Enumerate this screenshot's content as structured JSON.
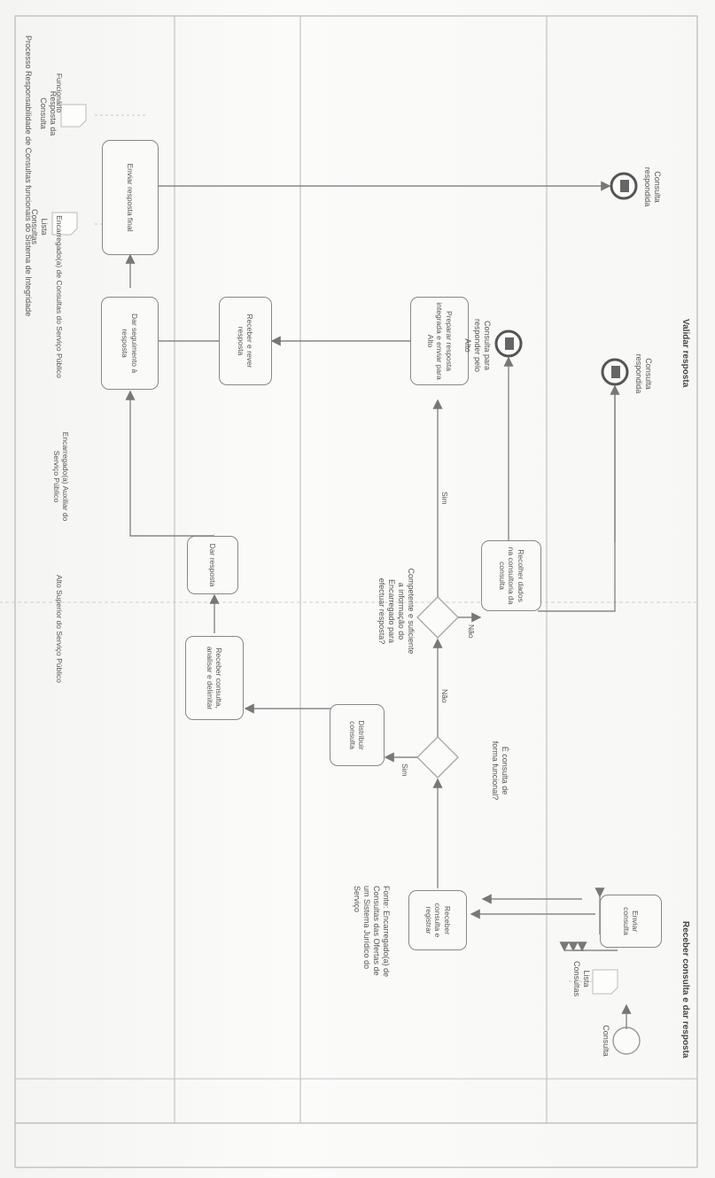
{
  "pool": {
    "title": "Processo Responsabilidade de Consultas funcionais do Sistema de Integridade"
  },
  "lanes": [
    {
      "label": "Funcionário"
    },
    {
      "label": "Encarregado(a) de Consultas do Serviço Público"
    },
    {
      "label": "Encarregado(a) Auxiliar do Serviço Público"
    },
    {
      "label": "Alto Superior do Serviço Público"
    }
  ],
  "stages": {
    "first": "Receber consulta e dar resposta",
    "second": "Validar resposta"
  },
  "tasks": {
    "enviar_consulta": "Enviar consulta",
    "receber_consulta": "Receber consulta e registrar",
    "recolher_dados": "Recolher dados na consultoria da consulta",
    "preparar_resposta": "Preparar resposta integrada e enviar para Alto",
    "distribuir": "Distribuir consulta",
    "receber_auxiliar": "Receber consulta, analisar e delimitar",
    "dar_resposta": "Dar resposta",
    "receber_rever": "Receber e rever resposta",
    "dar_seguimento": "Dar seguimento à resposta",
    "enviar_resposta": "Enviar resposta final"
  },
  "gateways": {
    "g1_question": "É consulta de forma funcional?",
    "g2_question": "Competente e suficiente a informação do Encarregado para efectuar resposta?",
    "yes": "Sim",
    "no": "Não"
  },
  "events": {
    "start_label": "Consulta",
    "end1_label": "Consulta respondida",
    "end2_label": "Consulta para responder pelo Alto",
    "end3_label": "Consulta respondida"
  },
  "annotations": {
    "data1": "Lista Consultas",
    "data2": "Lista Consultas",
    "data3": "Resposta da Consulta",
    "note": "Fonte: Encarregado(a) de Consultas das Ofertas de um Sistema Jurídico do Serviço"
  }
}
